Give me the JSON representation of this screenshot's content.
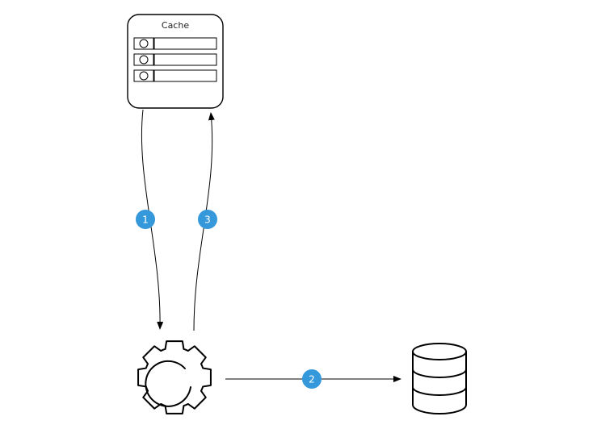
{
  "cache": {
    "title": "Cache",
    "entry_count": 3
  },
  "steps": [
    {
      "id": "step-1",
      "label": "1"
    },
    {
      "id": "step-2",
      "label": "2"
    },
    {
      "id": "step-3",
      "label": "3"
    }
  ],
  "icons": {
    "service": "gear-icon",
    "database": "database-icon"
  },
  "colors": {
    "badge": "#3498DB",
    "stroke": "#000000",
    "background": "#FFFFFF"
  }
}
